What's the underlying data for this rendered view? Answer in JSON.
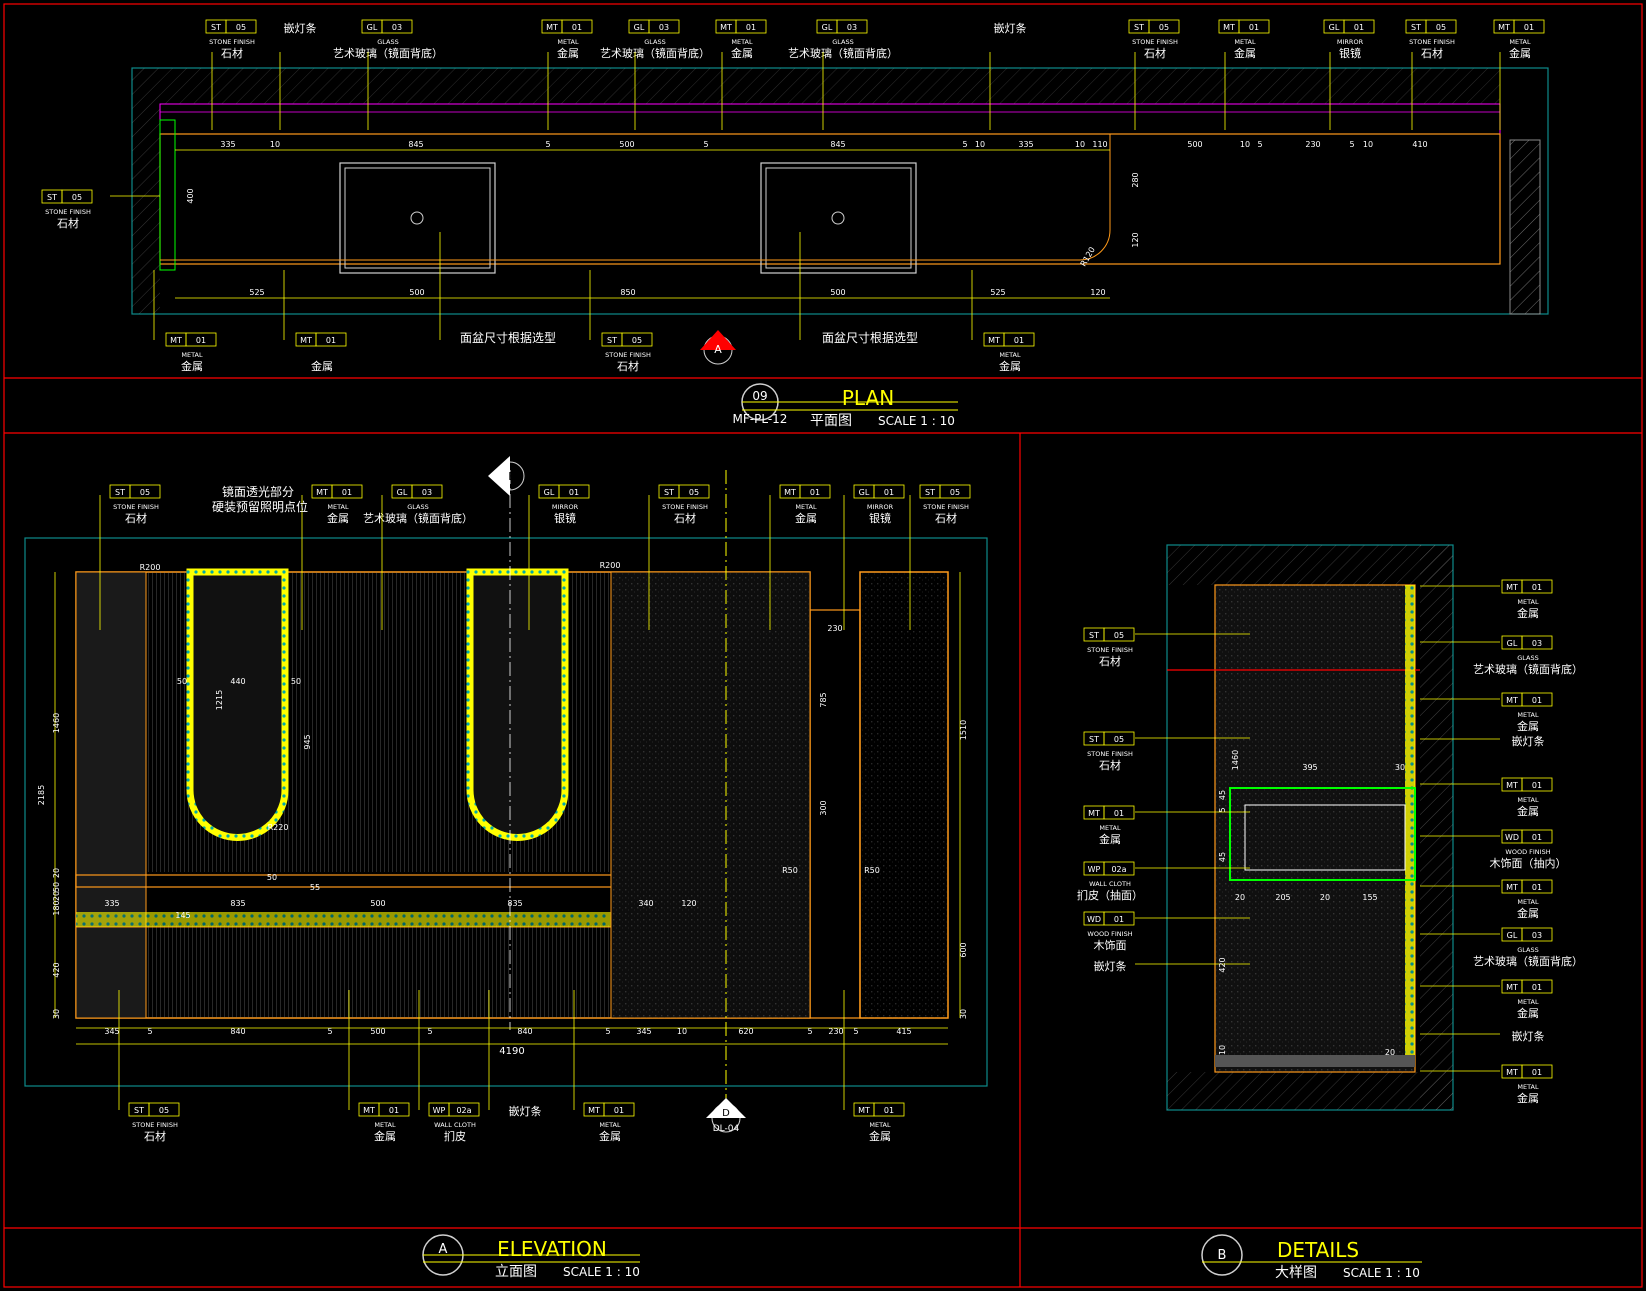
{
  "panels": {
    "plan": {
      "number": "09",
      "ref": "MF-PL-12",
      "title_en": "PLAN",
      "title_cn": "平面图",
      "scale": "SCALE 1 : 10",
      "section_mark": "A",
      "dims_top": [
        "335",
        "10",
        "845",
        "5",
        "500",
        "5",
        "845",
        "5",
        "10",
        "335",
        "10",
        "110",
        "500",
        "10",
        "5",
        "230",
        "5",
        "10",
        "410"
      ],
      "dims_bottom": [
        "525",
        "500",
        "850",
        "500",
        "525",
        "120"
      ],
      "dims_side": [
        "400",
        "280",
        "120",
        "R120"
      ],
      "note_basin": "面盆尺寸根据选型",
      "tags_top": [
        {
          "code": "ST",
          "num": "05",
          "en": "STONE FINISH",
          "cn": "石材"
        },
        {
          "code": "",
          "num": "",
          "en": "",
          "cn": "嵌灯条"
        },
        {
          "code": "GL",
          "num": "03",
          "en": "GLASS",
          "cn": "艺术玻璃（镜面背底）"
        },
        {
          "code": "MT",
          "num": "01",
          "en": "METAL",
          "cn": "金属"
        },
        {
          "code": "GL",
          "num": "03",
          "en": "GLASS",
          "cn": "艺术玻璃（镜面背底）"
        },
        {
          "code": "MT",
          "num": "01",
          "en": "METAL",
          "cn": "金属"
        },
        {
          "code": "GL",
          "num": "03",
          "en": "GLASS",
          "cn": "艺术玻璃（镜面背底）"
        },
        {
          "code": "",
          "num": "",
          "en": "",
          "cn": "嵌灯条"
        },
        {
          "code": "ST",
          "num": "05",
          "en": "STONE FINISH",
          "cn": "石材"
        },
        {
          "code": "MT",
          "num": "01",
          "en": "METAL",
          "cn": "金属"
        },
        {
          "code": "GL",
          "num": "01",
          "en": "MIRROR",
          "cn": "银镜"
        },
        {
          "code": "ST",
          "num": "05",
          "en": "STONE FINISH",
          "cn": "石材"
        },
        {
          "code": "MT",
          "num": "01",
          "en": "METAL",
          "cn": "金属"
        }
      ],
      "tag_left": {
        "code": "ST",
        "num": "05",
        "en": "STONE FINISH",
        "cn": "石材"
      },
      "tags_bottom": [
        {
          "code": "MT",
          "num": "01",
          "en": "METAL",
          "cn": "金属"
        },
        {
          "code": "MT",
          "num": "01",
          "en": "",
          "cn": "金属"
        },
        {
          "code": "ST",
          "num": "05",
          "en": "STONE FINISH",
          "cn": "石材"
        },
        {
          "code": "MT",
          "num": "01",
          "en": "METAL",
          "cn": "金属"
        }
      ]
    },
    "elevation": {
      "mark": "A",
      "title_en": "ELEVATION",
      "title_cn": "立面图",
      "scale": "SCALE 1 : 10",
      "section_mark_top": "B",
      "section_mark_bottom": "D",
      "section_ref_bottom": "DL-04",
      "note_mirror_1": "镜面透光部分",
      "note_mirror_2": "硬装预留照明点位",
      "dims_bottom": [
        "345",
        "5",
        "840",
        "5",
        "500",
        "5",
        "840",
        "5",
        "345",
        "10",
        "620",
        "5",
        "230",
        "5",
        "415"
      ],
      "total": "4190",
      "dims_left": [
        "1460",
        "2185",
        "20",
        "50",
        "20",
        "180",
        "420",
        "30"
      ],
      "dims_right": [
        "1510",
        "600",
        "30"
      ],
      "dims_inner": [
        "R200",
        "R200",
        "440",
        "1215",
        "945",
        "50",
        "50",
        "230",
        "785",
        "300",
        "R50",
        "R50",
        "335",
        "835",
        "500",
        "835",
        "340",
        "120",
        "145",
        "55",
        "50",
        "R220"
      ],
      "tags_top": [
        {
          "code": "ST",
          "num": "05",
          "en": "STONE FINISH",
          "cn": "石材"
        },
        {
          "code": "MT",
          "num": "01",
          "en": "METAL",
          "cn": "金属"
        },
        {
          "code": "GL",
          "num": "03",
          "en": "GLASS",
          "cn": "艺术玻璃（镜面背底）"
        },
        {
          "code": "GL",
          "num": "01",
          "en": "MIRROR",
          "cn": "银镜"
        },
        {
          "code": "ST",
          "num": "05",
          "en": "STONE FINISH",
          "cn": "石材"
        },
        {
          "code": "MT",
          "num": "01",
          "en": "METAL",
          "cn": "金属"
        },
        {
          "code": "GL",
          "num": "01",
          "en": "MIRROR",
          "cn": "银镜"
        },
        {
          "code": "ST",
          "num": "05",
          "en": "STONE FINISH",
          "cn": "石材"
        }
      ],
      "tags_bottom": [
        {
          "code": "ST",
          "num": "05",
          "en": "STONE FINISH",
          "cn": "石材"
        },
        {
          "code": "MT",
          "num": "01",
          "en": "METAL",
          "cn": "金属"
        },
        {
          "code": "WP",
          "num": "02a",
          "en": "WALL CLOTH",
          "cn": "扪皮"
        },
        {
          "code": "",
          "num": "",
          "en": "",
          "cn": "嵌灯条"
        },
        {
          "code": "MT",
          "num": "01",
          "en": "METAL",
          "cn": "金属"
        },
        {
          "code": "MT",
          "num": "01",
          "en": "METAL",
          "cn": "金属"
        }
      ]
    },
    "details": {
      "mark": "B",
      "title_en": "DETAILS",
      "title_cn": "大样图",
      "scale": "SCALE 1 : 10",
      "dims": [
        "1460",
        "395",
        "30",
        "45",
        "5",
        "20",
        "45",
        "205",
        "20",
        "155",
        "420",
        "10",
        "20"
      ],
      "tags_left": [
        {
          "code": "ST",
          "num": "05",
          "en": "STONE FINISH",
          "cn": "石材"
        },
        {
          "code": "ST",
          "num": "05",
          "en": "STONE FINISH",
          "cn": "石材"
        },
        {
          "code": "MT",
          "num": "01",
          "en": "METAL",
          "cn": "金属"
        },
        {
          "code": "WP",
          "num": "02a",
          "en": "WALL CLOTH",
          "cn": "扪皮（抽面）"
        },
        {
          "code": "WD",
          "num": "01",
          "en": "WOOD FINISH",
          "cn": "木饰面"
        },
        {
          "code": "",
          "num": "",
          "en": "",
          "cn": "嵌灯条"
        }
      ],
      "tags_right": [
        {
          "code": "MT",
          "num": "01",
          "en": "METAL",
          "cn": "金属"
        },
        {
          "code": "GL",
          "num": "03",
          "en": "GLASS",
          "cn": "艺术玻璃（镜面背底）"
        },
        {
          "code": "MT",
          "num": "01",
          "en": "METAL",
          "cn": "金属"
        },
        {
          "code": "",
          "num": "",
          "en": "",
          "cn": "嵌灯条"
        },
        {
          "code": "MT",
          "num": "01",
          "en": "METAL",
          "cn": "金属"
        },
        {
          "code": "WD",
          "num": "01",
          "en": "WOOD FINISH",
          "cn": "木饰面（抽内）"
        },
        {
          "code": "MT",
          "num": "01",
          "en": "METAL",
          "cn": "金属"
        },
        {
          "code": "GL",
          "num": "03",
          "en": "GLASS",
          "cn": "艺术玻璃（镜面背底）"
        },
        {
          "code": "MT",
          "num": "01",
          "en": "METAL",
          "cn": "金属"
        },
        {
          "code": "",
          "num": "",
          "en": "",
          "cn": "嵌灯条"
        },
        {
          "code": "MT",
          "num": "01",
          "en": "METAL",
          "cn": "金属"
        }
      ]
    }
  },
  "colors": {
    "background": "#000000",
    "frame": "#ff0000",
    "yellow": "#ffff00",
    "white": "#ffffff",
    "cyan": "#00c8c8",
    "orange": "#ff9a1a",
    "magenta": "#ff00ff",
    "green": "#00ff00",
    "teal": "#0e8a8a",
    "gray": "#808080"
  }
}
